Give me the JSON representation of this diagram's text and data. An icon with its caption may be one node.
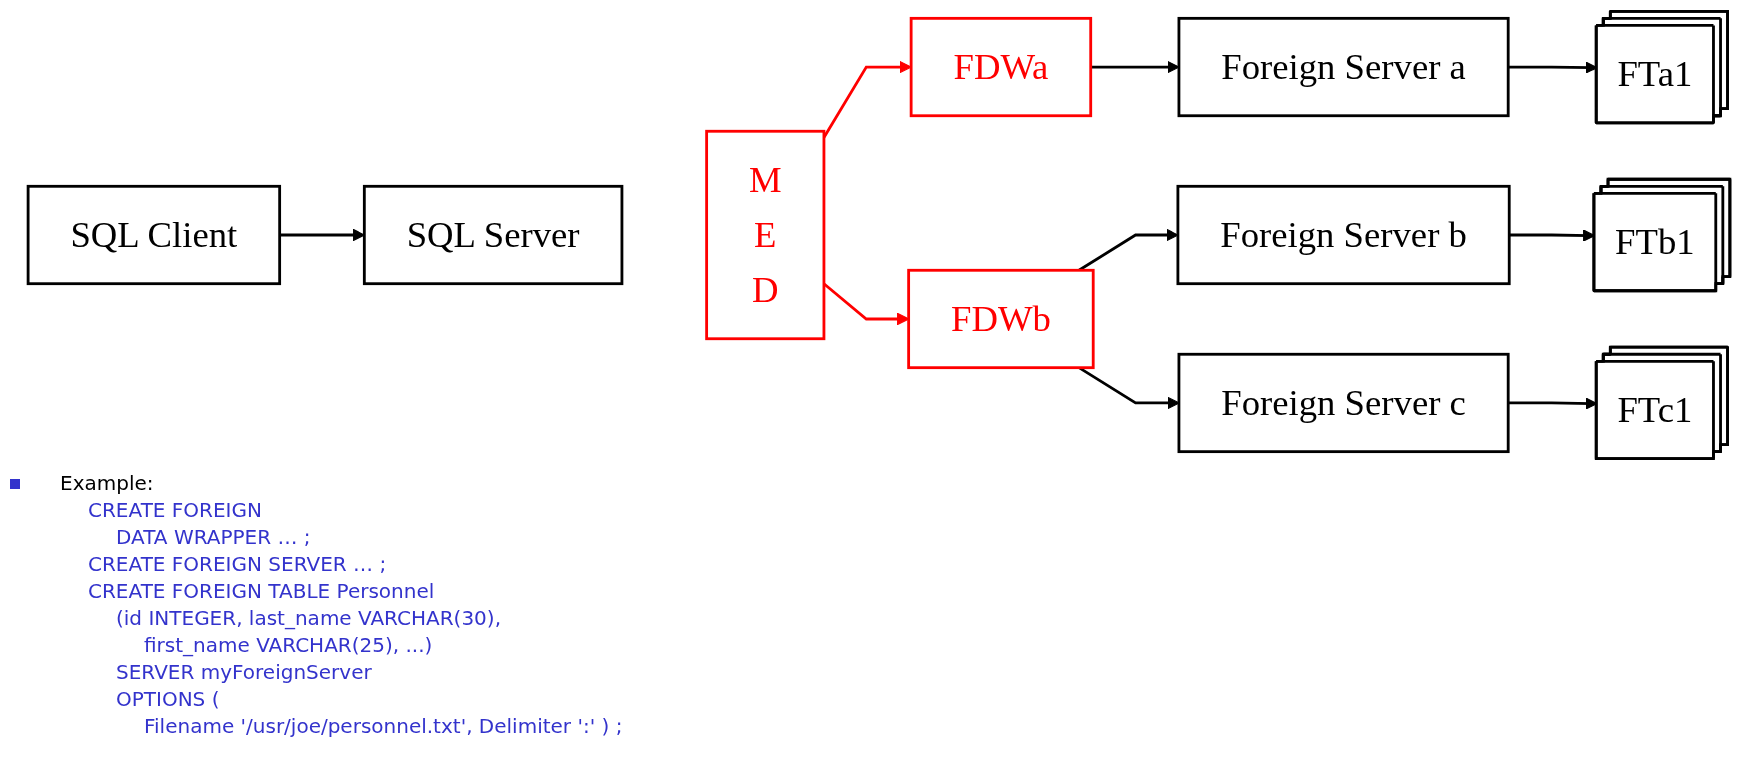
{
  "diagram": {
    "nodes": [
      {
        "text": [
          "SQL Client"
        ]
      },
      {
        "text": [
          "SQL Server"
        ]
      },
      {
        "text": [
          "MED"
        ]
      },
      {
        "text": [
          "FDWa"
        ]
      },
      {
        "text": [
          "Foreign Server a"
        ]
      },
      {
        "text": [
          "FTa1"
        ]
      },
      {
        "text": [
          "FDWb"
        ]
      },
      {
        "text": [
          "Foreign Server b"
        ]
      },
      {
        "text": [
          "FTb1"
        ]
      },
      {
        "text": [
          "Foreign Server c"
        ]
      },
      {
        "text": [
          "FTc1"
        ]
      }
    ],
    "edges": [
      {
        "from": 0,
        "to": 1,
        "arrow": "to"
      },
      {
        "from": 2,
        "to": 3,
        "arrow": "to",
        "color": "#ff0000"
      },
      {
        "from": 2,
        "to": 6,
        "arrow": "to",
        "color": "#ff0000"
      },
      {
        "from": 3,
        "to": 4,
        "arrow": "to"
      },
      {
        "from": 4,
        "to": 5,
        "arrow": "to"
      },
      {
        "from": 6,
        "to": 7,
        "arrow": "to"
      },
      {
        "from": 7,
        "to": 8,
        "arrow": "to"
      },
      {
        "from": 6,
        "to": 9,
        "arrow": "to"
      },
      {
        "from": 9,
        "to": 10,
        "arrow": "to"
      }
    ],
    "labels": [
      "Example:",
      "CREATE FOREIGN",
      "DATA WRAPPER … ;",
      "CREATE FOREIGN SERVER … ;",
      "CREATE FOREIGN TABLE Personnel",
      "(id INTEGER, last_name VARCHAR(30),",
      "first_name VARCHAR(25), ...)",
      "SERVER myForeignServer",
      "OPTIONS (",
      "Filename '/usr/joe/personnel.txt', Delimiter ':' ) ;"
    ]
  }
}
